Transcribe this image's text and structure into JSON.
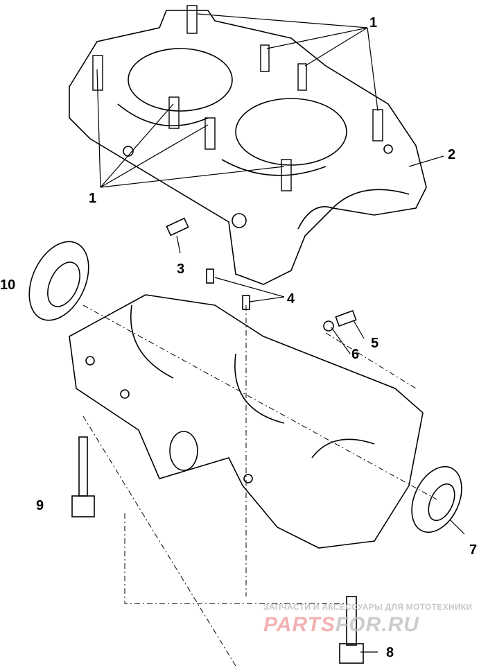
{
  "diagram": {
    "title": "Crankcase exploded view",
    "callouts": [
      {
        "id": "1a",
        "label": "1"
      },
      {
        "id": "1b",
        "label": "1"
      },
      {
        "id": "2",
        "label": "2"
      },
      {
        "id": "3",
        "label": "3"
      },
      {
        "id": "4",
        "label": "4"
      },
      {
        "id": "5",
        "label": "5"
      },
      {
        "id": "6",
        "label": "6"
      },
      {
        "id": "7",
        "label": "7"
      },
      {
        "id": "8",
        "label": "8"
      },
      {
        "id": "9",
        "label": "9"
      },
      {
        "id": "10",
        "label": "10"
      }
    ]
  },
  "watermark": {
    "tagline": "ЗАПЧАСТИ И АКСЕССУАРЫ ДЛЯ МОТОТЕХНИКИ",
    "brand_red": "PARTS",
    "brand_gray": "FOR.RU"
  }
}
